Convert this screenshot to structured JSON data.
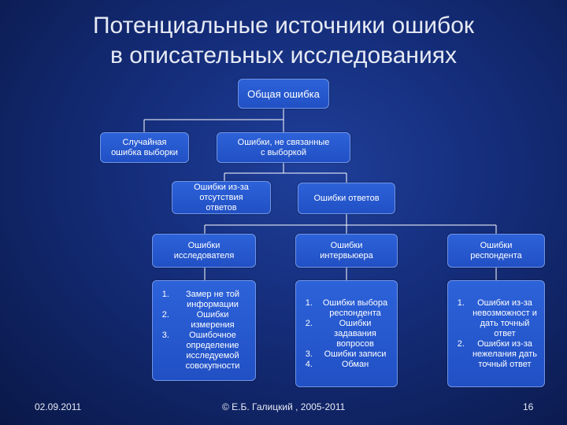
{
  "title": "Потенциальные источники ошибок\nв описательных исследованиях",
  "nodes": {
    "total": "Общая ошибка",
    "sampling": "Случайная\nошибка выборки",
    "nonsampling": "Ошибки, не связанные\nс выборкой",
    "nonresponse": "Ошибки из-за\nотсутствия\nответов",
    "response": "Ошибки ответов",
    "researcher": "Ошибки\nисследователя",
    "interviewer": "Ошибки\nинтервьюера",
    "respondent": "Ошибки\nреспондента"
  },
  "lists": {
    "researcher": [
      "Замер не той информации",
      "Ошибки измерения",
      "Ошибочное определение исследуемой совокупности"
    ],
    "interviewer": [
      "Ошибки выбора респондента",
      "Ошибки задавания вопросов",
      "Ошибки записи",
      "Обман"
    ],
    "respondent": [
      "Ошибки из-за невозможност и дать точный ответ",
      "Ошибки из-за нежелания дать точный ответ"
    ]
  },
  "footer": {
    "date": "02.09.2011",
    "copyright": "© Е.Б. Галицкий , 2005-2011",
    "page": "16"
  },
  "colors": {
    "box": "#2150c4",
    "line": "#ffffff",
    "background": "#142c78"
  }
}
